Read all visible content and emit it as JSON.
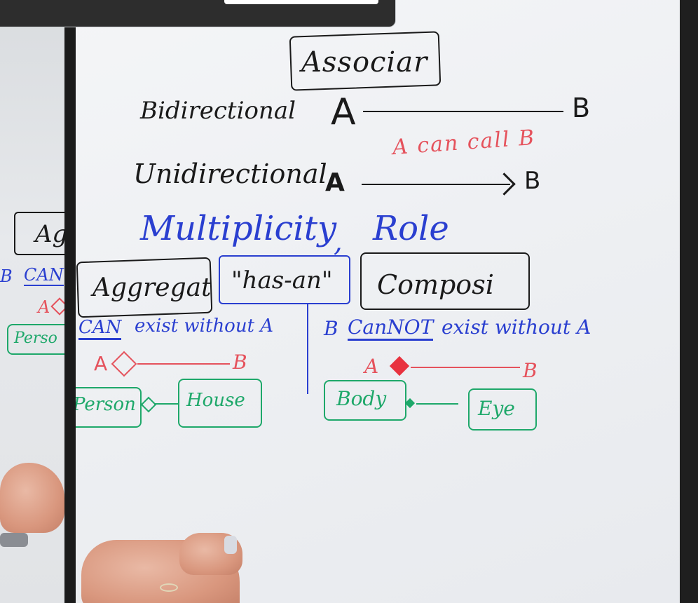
{
  "board": {
    "title": "Associar",
    "bidirectional": {
      "label": "Bidirectional",
      "from": "A",
      "to": "B"
    },
    "can_call": "A can call B",
    "unidirectional": {
      "label": "Unidirectional",
      "from": "A",
      "to": "B"
    },
    "multiplicity": "Multiplicity",
    "comma": ",",
    "role": "Role",
    "aggregation": {
      "label": "Aggregat",
      "has_a": "\"has-an\"",
      "note_can": "CAN",
      "note_rest": "exist without A",
      "from": "A",
      "to": "B",
      "example_left": "Person",
      "example_right": "House"
    },
    "composition": {
      "label": "Composi",
      "note_b": "B",
      "note_cannot": "CanNOT",
      "note_rest": "exist without A",
      "from": "A",
      "to": "B",
      "example_left": "Body",
      "example_right": "Eye"
    }
  },
  "left_frame": {
    "title_fragment": "Ag",
    "can_fragment": "CAN",
    "b_fragment": "B",
    "a_fragment": "A",
    "person_fragment": "Perso"
  },
  "colors": {
    "black_ink": "#1a1a1a",
    "red_ink": "#e5525c",
    "blue_ink": "#2a3fd0",
    "green_ink": "#1ea86a"
  }
}
